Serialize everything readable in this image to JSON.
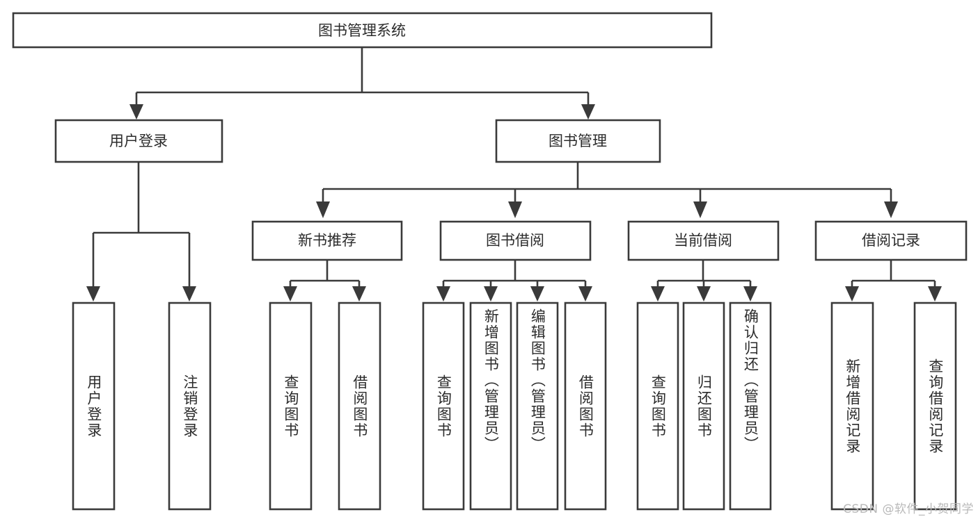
{
  "diagram": {
    "kind": "functional-structure-tree",
    "orientation": "top-down",
    "colors": {
      "stroke": "#3a3a3a",
      "box_fill": "#ffffff",
      "text": "#2b2b2b",
      "background": "#ffffff",
      "watermark": "#b9b9b9"
    },
    "root": {
      "id": "root",
      "label": "图书管理系统",
      "text_direction": "horizontal"
    },
    "level2": [
      {
        "id": "user-login",
        "label": "用户登录",
        "text_direction": "horizontal"
      },
      {
        "id": "book-manage",
        "label": "图书管理",
        "text_direction": "horizontal"
      }
    ],
    "level3": [
      {
        "id": "new-book-rec",
        "label": "新书推荐",
        "parent": "book-manage",
        "text_direction": "horizontal"
      },
      {
        "id": "book-borrow",
        "label": "图书借阅",
        "parent": "book-manage",
        "text_direction": "horizontal"
      },
      {
        "id": "current-borrow",
        "label": "当前借阅",
        "parent": "book-manage",
        "text_direction": "horizontal"
      },
      {
        "id": "borrow-record",
        "label": "借阅记录",
        "parent": "book-manage",
        "text_direction": "horizontal"
      }
    ],
    "leaves": [
      {
        "id": "leaf-user-login",
        "label": "用户登录",
        "parent": "user-login",
        "text_direction": "vertical"
      },
      {
        "id": "leaf-user-logout",
        "label": "注销登录",
        "parent": "user-login",
        "text_direction": "vertical"
      },
      {
        "id": "leaf-query-book-1",
        "label": "查询图书",
        "parent": "new-book-rec",
        "text_direction": "vertical"
      },
      {
        "id": "leaf-borrow-book-1",
        "label": "借阅图书",
        "parent": "new-book-rec",
        "text_direction": "vertical"
      },
      {
        "id": "leaf-query-book-2",
        "label": "查询图书",
        "parent": "book-borrow",
        "text_direction": "vertical"
      },
      {
        "id": "leaf-add-book",
        "label": "新增图书（管理员）",
        "parent": "book-borrow",
        "text_direction": "vertical"
      },
      {
        "id": "leaf-edit-book",
        "label": "编辑图书（管理员）",
        "parent": "book-borrow",
        "text_direction": "vertical"
      },
      {
        "id": "leaf-borrow-book-2",
        "label": "借阅图书",
        "parent": "book-borrow",
        "text_direction": "vertical"
      },
      {
        "id": "leaf-query-book-3",
        "label": "查询图书",
        "parent": "current-borrow",
        "text_direction": "vertical"
      },
      {
        "id": "leaf-return-book",
        "label": "归还图书",
        "parent": "current-borrow",
        "text_direction": "vertical"
      },
      {
        "id": "leaf-confirm-return",
        "label": "确认归还（管理员）",
        "parent": "current-borrow",
        "text_direction": "vertical"
      },
      {
        "id": "leaf-add-record",
        "label": "新增借阅记录",
        "parent": "borrow-record",
        "text_direction": "vertical"
      },
      {
        "id": "leaf-query-record",
        "label": "查询借阅记录",
        "parent": "borrow-record",
        "text_direction": "vertical"
      }
    ],
    "watermark": "CSDN @软件_小贺同学"
  }
}
